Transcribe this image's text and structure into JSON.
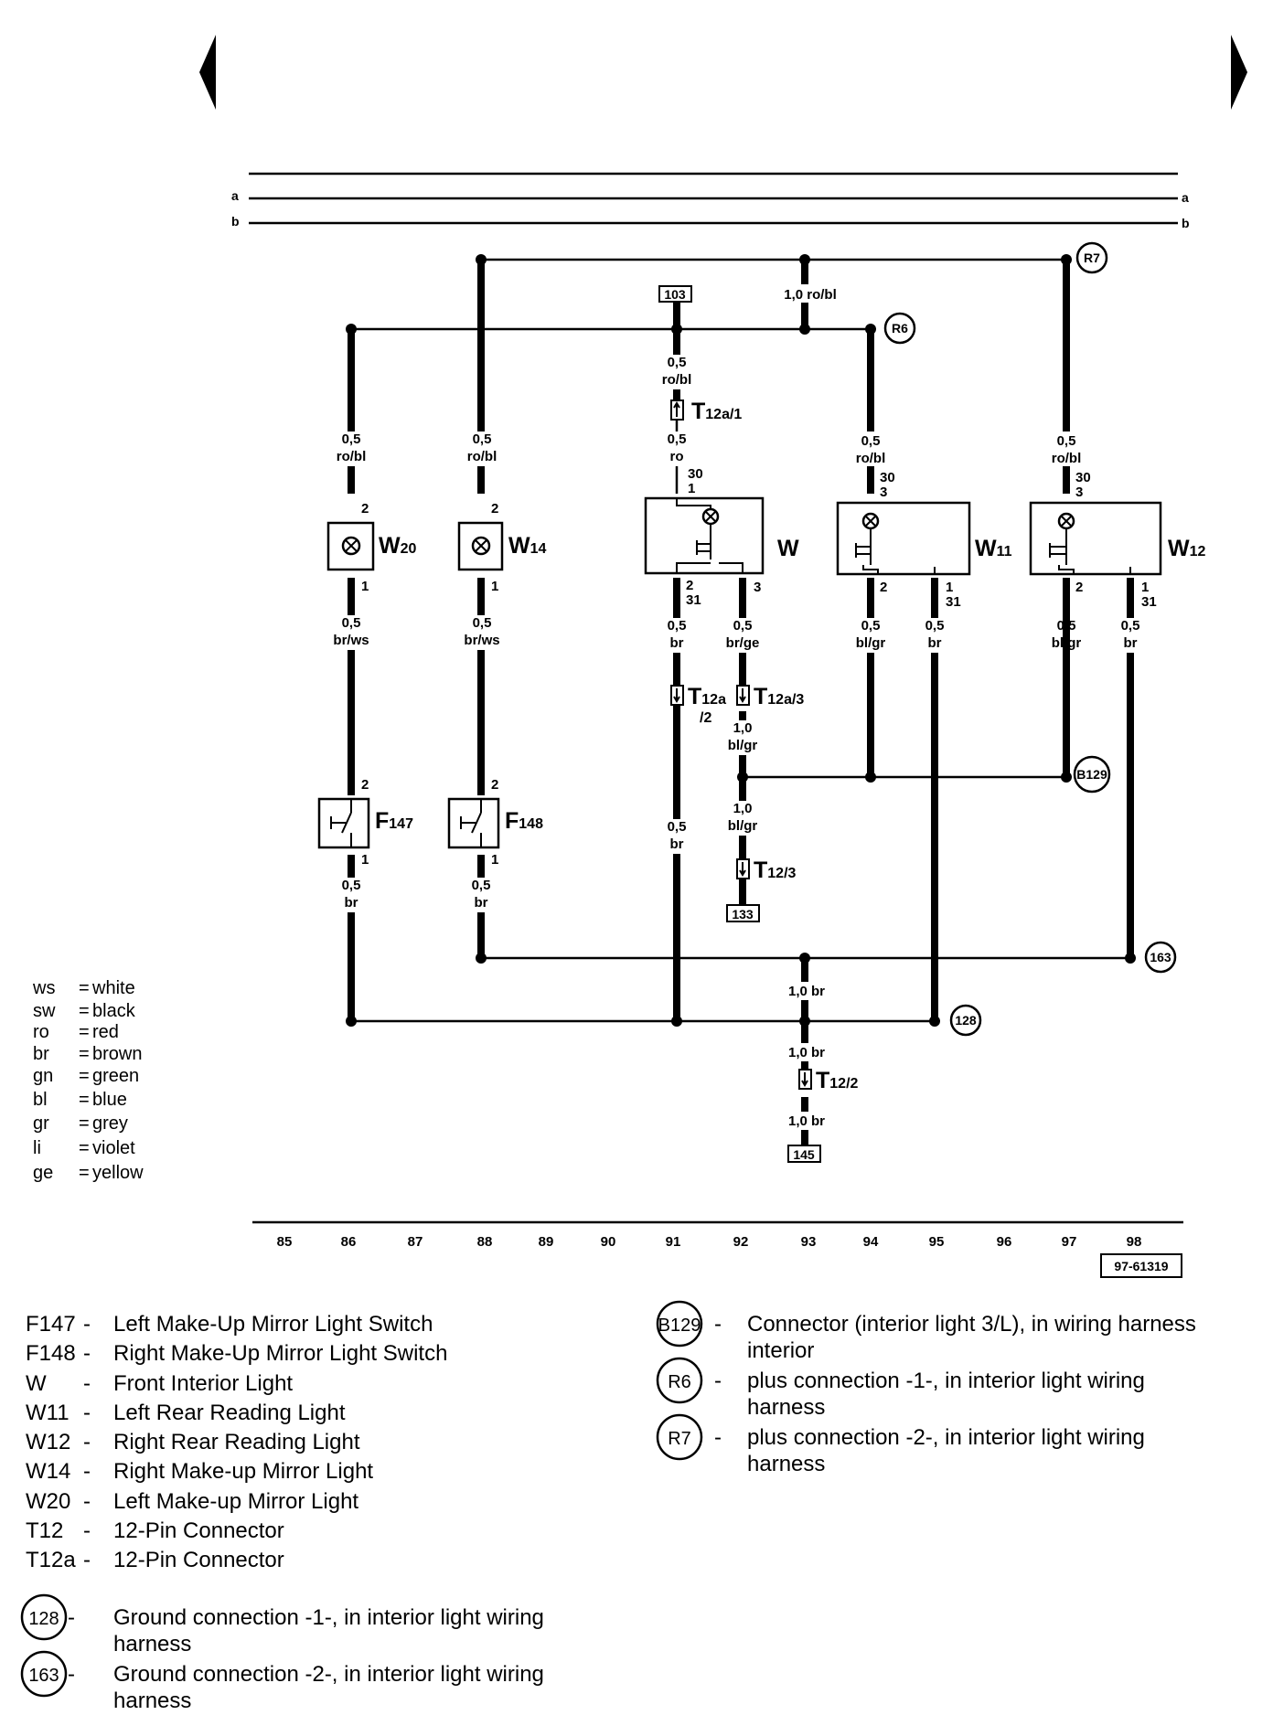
{
  "rails": {
    "a": "a",
    "b": "b"
  },
  "diagram_number": "97-61319",
  "columns": [
    "85",
    "86",
    "87",
    "88",
    "89",
    "90",
    "91",
    "92",
    "93",
    "94",
    "95",
    "96",
    "97",
    "98"
  ],
  "components": {
    "W20": {
      "main": "W",
      "sub": "20"
    },
    "W14": {
      "main": "W",
      "sub": "14"
    },
    "W": {
      "main": "W",
      "sub": ""
    },
    "W11": {
      "main": "W",
      "sub": "11"
    },
    "W12": {
      "main": "W",
      "sub": "12"
    },
    "F147": {
      "main": "F",
      "sub": "147"
    },
    "F148": {
      "main": "F",
      "sub": "148"
    }
  },
  "connectors": {
    "t12a1": {
      "main": "T",
      "sub": "12a/1"
    },
    "t12a2": {
      "main": "T",
      "sub": "12a",
      "sub2": "/2"
    },
    "t12a3": {
      "main": "T",
      "sub": "12a/3"
    },
    "t123": {
      "main": "T",
      "sub": "12/3"
    },
    "t122": {
      "main": "T",
      "sub": "12/2"
    }
  },
  "refs": {
    "r103": "103",
    "r133": "133",
    "r145": "145"
  },
  "circles": {
    "R7": "R7",
    "R6": "R6",
    "B129": "B129",
    "c163": "163",
    "c128": "128"
  },
  "wires": {
    "w_top_rbl": "1,0 ro/bl",
    "w86_a_g": "0,5",
    "w86_a_c": "ro/bl",
    "w88_a_g": "0,5",
    "w88_a_c": "ro/bl",
    "w91_a_g": "0,5",
    "w91_a_c": "ro/bl",
    "w91_b_g": "0,5",
    "w91_b_c": "ro",
    "w94_a_g": "0,5",
    "w94_a_c": "ro/bl",
    "w97_a_g": "0,5",
    "w97_a_c": "ro/bl",
    "w86_b_g": "0,5",
    "w86_b_c": "br/ws",
    "w88_b_g": "0,5",
    "w88_b_c": "br/ws",
    "w91_c_g": "0,5",
    "w91_c_c": "br",
    "w92_a_g": "0,5",
    "w92_a_c": "br/ge",
    "w94_b_g": "0,5",
    "w94_b_c": "bl/gr",
    "w95_a_g": "0,5",
    "w95_a_c": "br",
    "w97_b_g": "0,5",
    "w97_b_c": "bl/gr",
    "w98_a_g": "0,5",
    "w98_a_c": "br",
    "w92_b_g": "1,0",
    "w92_b_c": "bl/gr",
    "w92_c_g": "1,0",
    "w92_c_c": "bl/gr",
    "w91_d_g": "0,5",
    "w91_d_c": "br",
    "w86_c_g": "0,5",
    "w86_c_c": "br",
    "w88_c_g": "0,5",
    "w88_c_c": "br",
    "w93_a": "1,0 br",
    "w93_b": "1,0 br",
    "w93_c": "1,0 br"
  },
  "pins": {
    "p_w20_2": "2",
    "p_w20_1": "1",
    "p_w14_2": "2",
    "p_w14_1": "1",
    "p_w_1": "1",
    "p_w_30": "30",
    "p_w_2": "2",
    "p_w_31": "31",
    "p_w_3": "3",
    "p_w11_30": "30",
    "p_w11_3": "3",
    "p_w11_2": "2",
    "p_w11_1": "1",
    "p_w11_31": "31",
    "p_w12_30": "30",
    "p_w12_3": "3",
    "p_w12_2": "2",
    "p_w12_1": "1",
    "p_w12_31": "31",
    "p_f147_2": "2",
    "p_f147_1": "1",
    "p_f148_2": "2",
    "p_f148_1": "1"
  },
  "color_legend": [
    {
      "code": "ws",
      "name": "white"
    },
    {
      "code": "sw",
      "name": "black"
    },
    {
      "code": "ro",
      "name": "red"
    },
    {
      "code": "br",
      "name": "brown"
    },
    {
      "code": "gn",
      "name": "green"
    },
    {
      "code": "bl",
      "name": "blue"
    },
    {
      "code": "gr",
      "name": "grey"
    },
    {
      "code": "li",
      "name": "violet"
    },
    {
      "code": "ge",
      "name": "yellow"
    }
  ],
  "legend_left": [
    {
      "code": "F147",
      "dash": "-",
      "desc": "Left Make-Up Mirror Light Switch"
    },
    {
      "code": "F148",
      "dash": "-",
      "desc": "Right Make-Up Mirror Light Switch"
    },
    {
      "code": "W",
      "dash": "-",
      "desc": "Front Interior Light"
    },
    {
      "code": "W11",
      "dash": "-",
      "desc": "Left Rear Reading Light"
    },
    {
      "code": "W12",
      "dash": "-",
      "desc": "Right Rear Reading Light"
    },
    {
      "code": "W14",
      "dash": "-",
      "desc": "Right Make-up Mirror Light"
    },
    {
      "code": "W20",
      "dash": "-",
      "desc": "Left Make-up Mirror Light"
    },
    {
      "code": "T12",
      "dash": "-",
      "desc": "12-Pin Connector"
    },
    {
      "code": "T12a",
      "dash": "-",
      "desc": "12-Pin Connector"
    }
  ],
  "legend_ground": [
    {
      "code": "128",
      "dash": "-",
      "desc1": "Ground connection -1-, in interior light wiring",
      "desc2": "harness"
    },
    {
      "code": "163",
      "dash": "-",
      "desc1": "Ground connection -2-, in interior light wiring",
      "desc2": "harness"
    }
  ],
  "legend_right": [
    {
      "code": "B129",
      "dash": "-",
      "desc1": "Connector (interior light 3/L), in wiring harness",
      "desc2": "interior"
    },
    {
      "code": "R6",
      "dash": "-",
      "desc1": " plus connection -1-, in interior light wiring",
      "desc2": "harness"
    },
    {
      "code": "R7",
      "dash": "-",
      "desc1": " plus connection -2-, in interior light wiring",
      "desc2": "harness"
    }
  ]
}
